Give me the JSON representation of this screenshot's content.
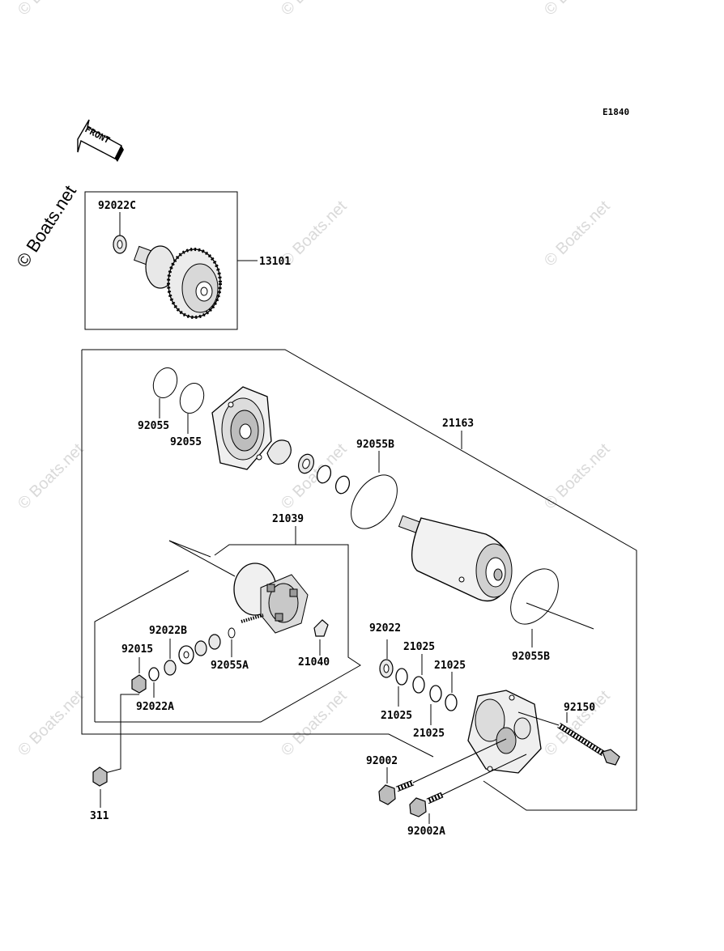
{
  "diagram": {
    "code": "E1840",
    "front_label": "FRONT",
    "watermark": "© Boats.net",
    "parts": {
      "p92022C": "92022C",
      "p13101": "13101",
      "p92055_a": "92055",
      "p92055_b": "92055",
      "p21163": "21163",
      "p92055B_a": "92055B",
      "p21039": "21039",
      "p92022B": "92022B",
      "p92015": "92015",
      "p92055A": "92055A",
      "p21040": "21040",
      "p92022A": "92022A",
      "p311": "311",
      "p92022": "92022",
      "p21025_a": "21025",
      "p21025_b": "21025",
      "p21025_c": "21025",
      "p21025_d": "21025",
      "p92055B_b": "92055B",
      "p92150": "92150",
      "p92002": "92002",
      "p92002A": "92002A"
    }
  }
}
